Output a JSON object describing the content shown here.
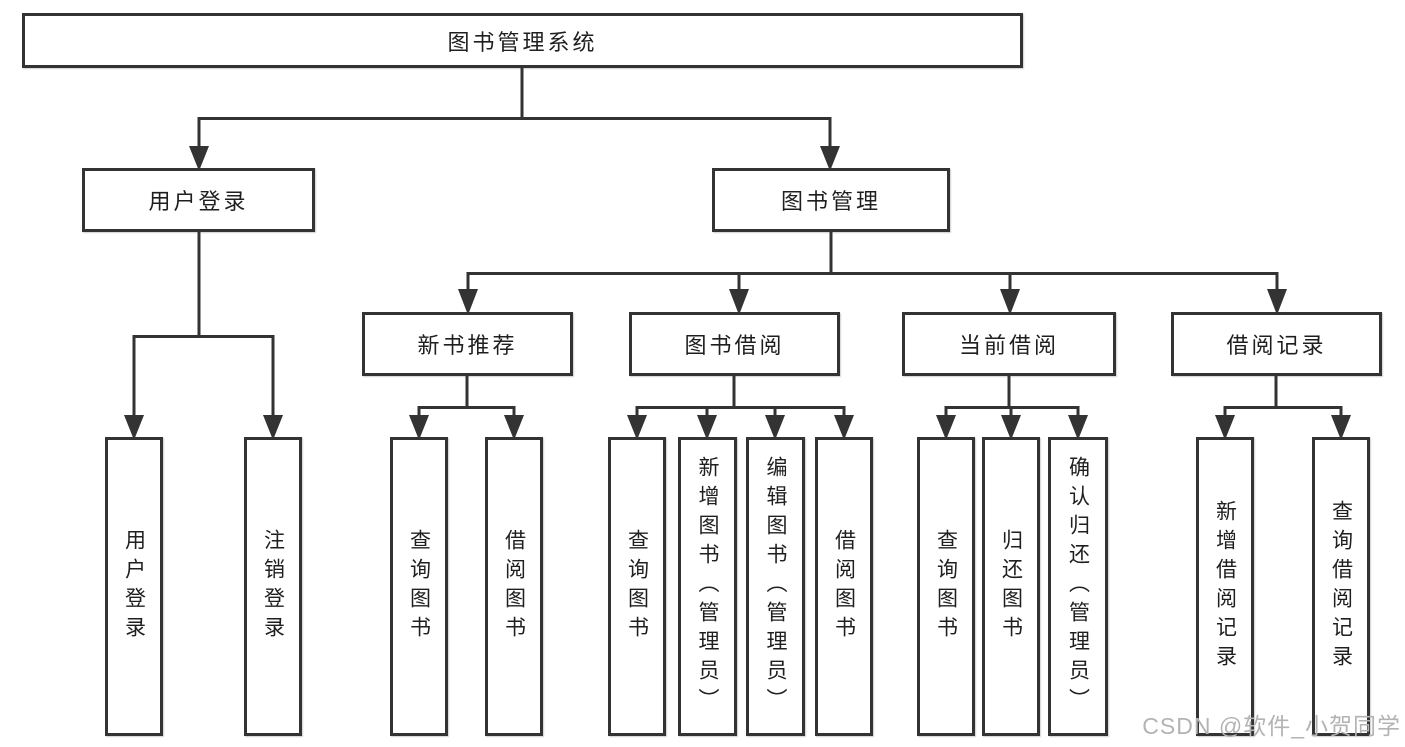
{
  "tree": {
    "root": {
      "label": "图书管理系统"
    },
    "branches": [
      {
        "label": "用户登录",
        "children": [
          {
            "label": "用户登录"
          },
          {
            "label": "注销登录"
          }
        ]
      },
      {
        "label": "图书管理",
        "children": [
          {
            "label": "新书推荐",
            "children": [
              {
                "label": "查询图书"
              },
              {
                "label": "借阅图书"
              }
            ]
          },
          {
            "label": "图书借阅",
            "children": [
              {
                "label": "查询图书"
              },
              {
                "label": "新增图书（管理员）"
              },
              {
                "label": "编辑图书（管理员）"
              },
              {
                "label": "借阅图书"
              }
            ]
          },
          {
            "label": "当前借阅",
            "children": [
              {
                "label": "查询图书"
              },
              {
                "label": "归还图书"
              },
              {
                "label": "确认归还（管理员）"
              }
            ]
          },
          {
            "label": "借阅记录",
            "children": [
              {
                "label": "新增借阅记录"
              },
              {
                "label": "查询借阅记录"
              }
            ]
          }
        ]
      }
    ]
  },
  "watermark": {
    "text": "CSDN @软件_小贺同学"
  },
  "colors": {
    "line": "#333333",
    "border": "#333333",
    "text": "#1f1f1f",
    "background": "#ffffff",
    "watermark": "#b3b3b3"
  }
}
